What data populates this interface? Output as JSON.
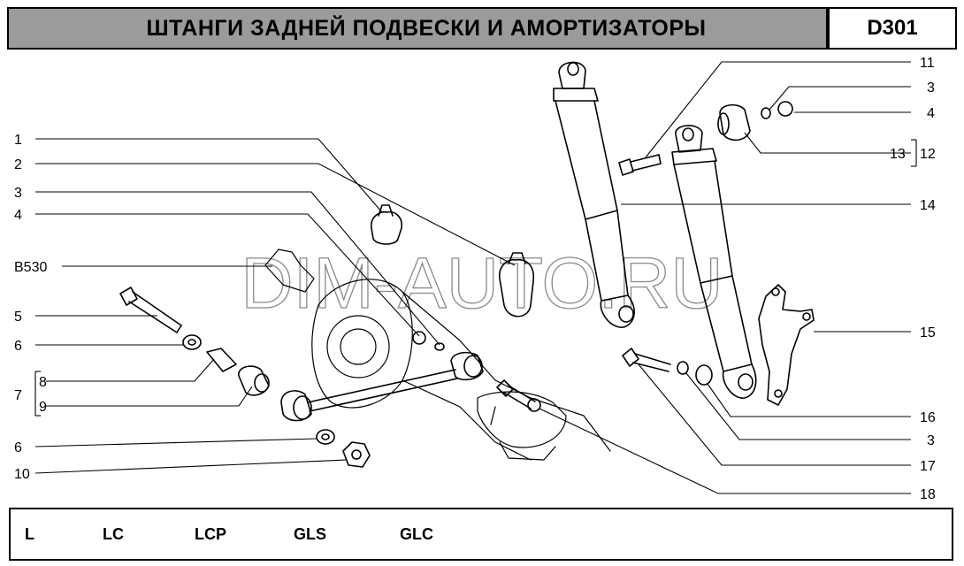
{
  "header": {
    "title": "ШТАНГИ ЗАДНЕЙ ПОДВЕСКИ И АМОРТИЗАТОРЫ",
    "code": "D301"
  },
  "watermark": "DIM-AUTO.RU",
  "callouts": {
    "left": [
      "1",
      "2",
      "3",
      "4",
      "B530",
      "5",
      "6",
      "7",
      "8",
      "9",
      "6",
      "10"
    ],
    "right": [
      "11",
      "3",
      "4",
      "13",
      "12",
      "14",
      "15",
      "16",
      "3",
      "17",
      "18"
    ]
  },
  "variants": [
    "L",
    "LC",
    "LCP",
    "GLS",
    "GLC"
  ]
}
